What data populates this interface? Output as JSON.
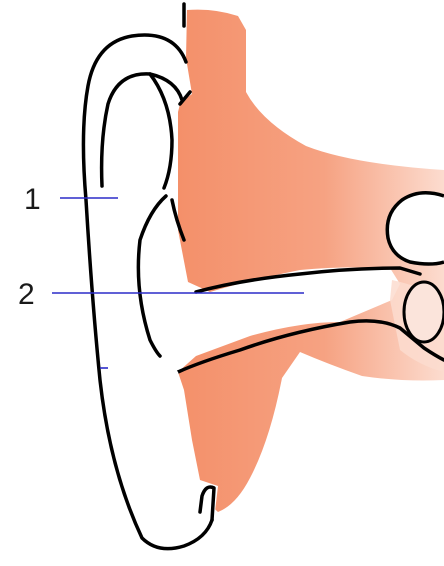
{
  "diagram": {
    "colors": {
      "tissue": "#f4906a",
      "tissue_light": "#fbd2c2",
      "outline": "#000000",
      "callout_line": "#2b2bc8",
      "background": "#ffffff"
    },
    "labels": [
      {
        "id": "1",
        "text": "1"
      },
      {
        "id": "2",
        "text": "2"
      }
    ]
  }
}
